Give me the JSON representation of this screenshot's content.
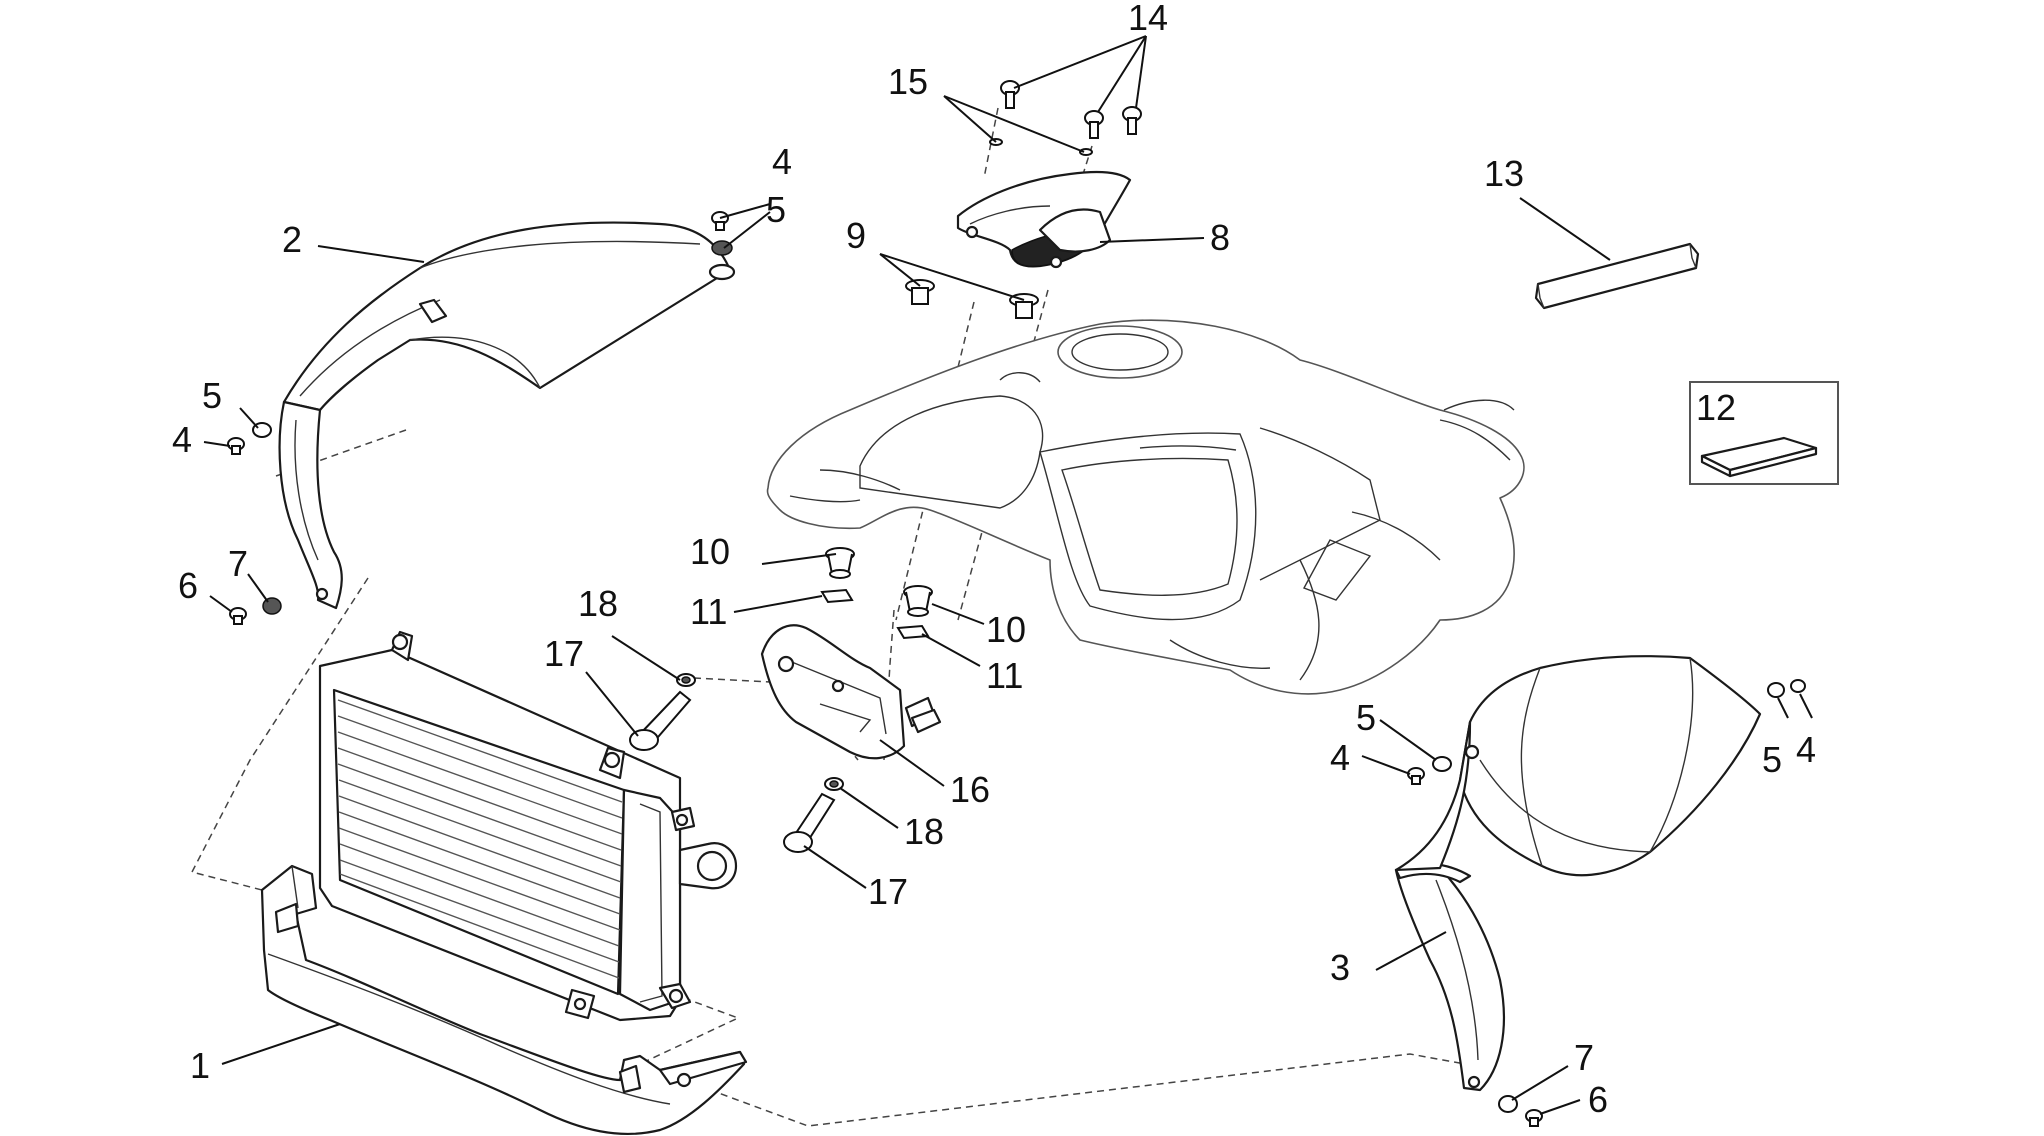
{
  "diagram": {
    "type": "exploded-parts-view",
    "callouts": [
      {
        "id": "c1",
        "label": "1"
      },
      {
        "id": "c2",
        "label": "2"
      },
      {
        "id": "c3",
        "label": "3"
      },
      {
        "id": "c4a",
        "label": "4"
      },
      {
        "id": "c5a",
        "label": "5"
      },
      {
        "id": "c5b",
        "label": "5"
      },
      {
        "id": "c4b",
        "label": "4"
      },
      {
        "id": "c6a",
        "label": "6"
      },
      {
        "id": "c7a",
        "label": "7"
      },
      {
        "id": "c8",
        "label": "8"
      },
      {
        "id": "c9",
        "label": "9"
      },
      {
        "id": "c10a",
        "label": "10"
      },
      {
        "id": "c10b",
        "label": "10"
      },
      {
        "id": "c11a",
        "label": "11"
      },
      {
        "id": "c11b",
        "label": "11"
      },
      {
        "id": "c12",
        "label": "12"
      },
      {
        "id": "c13",
        "label": "13"
      },
      {
        "id": "c14",
        "label": "14"
      },
      {
        "id": "c15",
        "label": "15"
      },
      {
        "id": "c16",
        "label": "16"
      },
      {
        "id": "c17a",
        "label": "17"
      },
      {
        "id": "c17b",
        "label": "17"
      },
      {
        "id": "c18a",
        "label": "18"
      },
      {
        "id": "c18b",
        "label": "18"
      },
      {
        "id": "c5c",
        "label": "5"
      },
      {
        "id": "c4c",
        "label": "4"
      },
      {
        "id": "c5d",
        "label": "5"
      },
      {
        "id": "c4d",
        "label": "4"
      },
      {
        "id": "c7b",
        "label": "7"
      },
      {
        "id": "c6b",
        "label": "6"
      }
    ]
  }
}
